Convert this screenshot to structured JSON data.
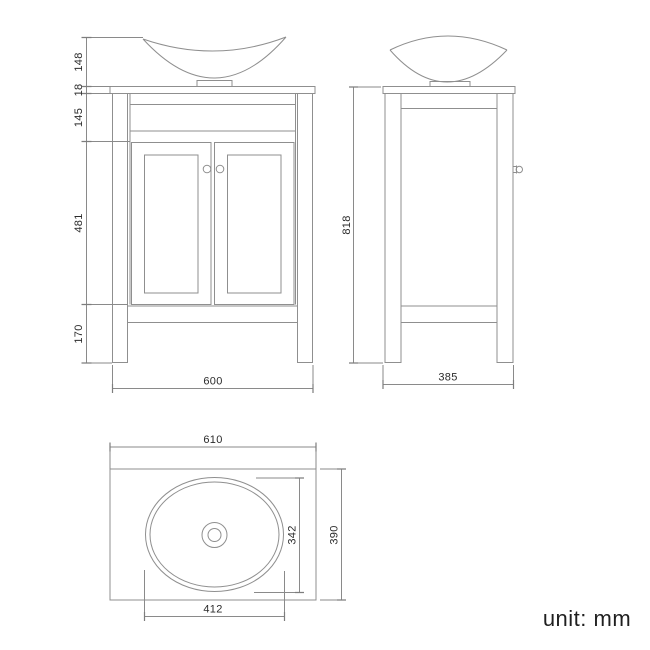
{
  "footer": {
    "unit_note": "unit: mm"
  },
  "colors": {
    "drawing_line": "#8f8f8f",
    "dimension_line": "#8a8a8a",
    "dimension_text": "#2b2b2b",
    "unit_text": "#1f1f1f",
    "background": "#ffffff"
  },
  "views": {
    "front": {
      "dims": {
        "basin_height": "148",
        "countertop_thickness": "18",
        "apron_height": "145",
        "door_height": "481",
        "leg_height": "170",
        "overall_width": "600"
      }
    },
    "side": {
      "dims": {
        "overall_height": "818",
        "overall_depth": "385"
      }
    },
    "top": {
      "dims": {
        "countertop_width": "610",
        "basin_depth": "342",
        "countertop_depth": "390",
        "basin_width": "412"
      }
    }
  }
}
